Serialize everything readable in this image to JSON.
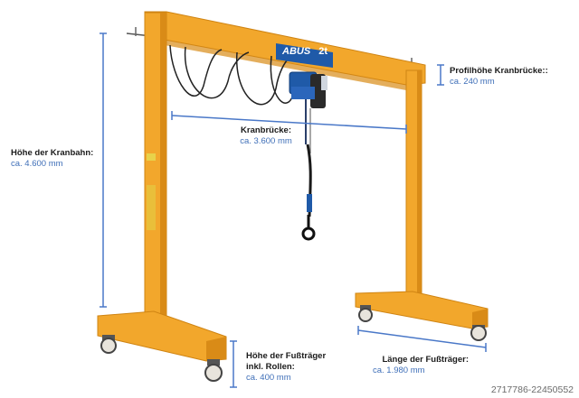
{
  "brand": {
    "logo_text": "ABUS",
    "capacity": "2t"
  },
  "colors": {
    "frame": "#f2a72c",
    "frame_dark": "#cf8413",
    "dim_line": "#4a78c8",
    "hoist_blue": "#1f5aa8"
  },
  "dimensions": {
    "kranbahn": {
      "title": "Höhe der Kranbahn:",
      "value": "ca. 4.600 mm"
    },
    "profil": {
      "title": "Profilhöhe Kranbrücke::",
      "value": "ca. 240 mm"
    },
    "bruecke": {
      "title": "Kranbrücke:",
      "value": "ca. 3.600 mm"
    },
    "fusstraeger_hoehe": {
      "title_line1": "Höhe der Fußträger",
      "title_line2": "inkl. Rollen:",
      "value": "ca. 400 mm"
    },
    "fusstraeger_laenge": {
      "title": "Länge der Fußträger:",
      "value": "ca. 1.980 mm"
    }
  },
  "watermark": "2717786-22450552"
}
